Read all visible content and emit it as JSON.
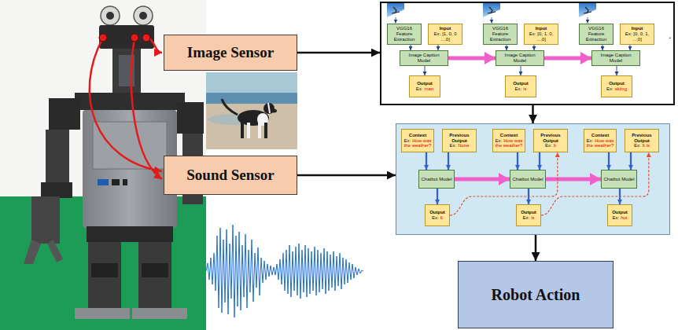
{
  "diagram": {
    "nodes": [
      {
        "text": [
          "Image Sensor"
        ]
      },
      {
        "text": []
      },
      {
        "text": [
          "VGG16 Feature Extraction"
        ],
        "in": 1
      },
      {
        "text": [
          "Input",
          "Ex:",
          "[1, 0, 0 ...,0]"
        ],
        "in": 1
      },
      {
        "text": [
          "Image Caption Model"
        ],
        "in": 1
      },
      {
        "text": [
          "Output",
          "Ex:",
          "man"
        ],
        "in": 1
      },
      {
        "text": [
          "VGG16 Feature Extraction"
        ],
        "in": 1
      },
      {
        "text": [
          "Input",
          "Ex:",
          "[0, 1, 0, ...,0]"
        ],
        "in": 1
      },
      {
        "text": [
          "Image Caption Model"
        ],
        "in": 1
      },
      {
        "text": [
          "Output",
          "Ex:",
          "is"
        ],
        "in": 1
      },
      {
        "text": [
          "VGG16 Feature Extraction"
        ],
        "in": 1
      },
      {
        "text": [
          "Input",
          "Ex:",
          "[0, 0, 1, ...,0]"
        ],
        "in": 1
      },
      {
        "text": [
          "Image Caption Model"
        ],
        "in": 1
      },
      {
        "text": [
          "Output",
          "Ex:",
          "skiing"
        ],
        "in": 1
      },
      {
        "text": [
          "Sound Sensor"
        ]
      },
      {
        "text": []
      },
      {
        "text": [
          "Context",
          "Ex:",
          "How was the weather?"
        ],
        "in": 15
      },
      {
        "text": [
          "Previous Output",
          "Ex:",
          "None"
        ],
        "in": 15
      },
      {
        "text": [
          "Chatbot Model"
        ],
        "in": 15
      },
      {
        "text": [
          "Output",
          "Ex:",
          "It"
        ],
        "in": 15
      },
      {
        "text": [
          "Context",
          "Ex:",
          "How was the weather?"
        ],
        "in": 15
      },
      {
        "text": [
          "Previous Output",
          "Ex:",
          "It"
        ],
        "in": 15
      },
      {
        "text": [
          "Chatbot Model"
        ],
        "in": 15
      },
      {
        "text": [
          "Output",
          "Ex:",
          "is"
        ],
        "in": 15
      },
      {
        "text": [
          "Context",
          "Ex:",
          "How was the weather?"
        ],
        "in": 15
      },
      {
        "text": [
          "Previous Output",
          "Ex:",
          "It is"
        ],
        "in": 15
      },
      {
        "text": [
          "Chatbot Model"
        ],
        "in": 15
      },
      {
        "text": [
          "Output",
          "Ex:",
          "hot"
        ],
        "in": 15
      },
      {
        "text": [
          "Robot Action"
        ]
      }
    ],
    "edges": [
      {
        "from": 0,
        "to": 1,
        "arrow": "to"
      },
      {
        "from": 2,
        "to": 4,
        "arrow": "to"
      },
      {
        "from": 3,
        "to": 4,
        "arrow": "to"
      },
      {
        "from": 4,
        "to": 5,
        "arrow": "to"
      },
      {
        "from": 6,
        "to": 8,
        "arrow": "to"
      },
      {
        "from": 7,
        "to": 8,
        "arrow": "to"
      },
      {
        "from": 8,
        "to": 9,
        "arrow": "to"
      },
      {
        "from": 10,
        "to": 12,
        "arrow": "to"
      },
      {
        "from": 11,
        "to": 12,
        "arrow": "to"
      },
      {
        "from": 12,
        "to": 13,
        "arrow": "to"
      },
      {
        "from": 4,
        "to": 8,
        "arrow": "to"
      },
      {
        "from": 8,
        "to": 12,
        "arrow": "to"
      },
      {
        "from": 1,
        "to": 15,
        "arrow": "to"
      },
      {
        "from": 14,
        "to": 15,
        "arrow": "to"
      },
      {
        "from": 16,
        "to": 18,
        "arrow": "to"
      },
      {
        "from": 17,
        "to": 18,
        "arrow": "to"
      },
      {
        "from": 18,
        "to": 19,
        "arrow": "to"
      },
      {
        "from": 20,
        "to": 22,
        "arrow": "to"
      },
      {
        "from": 21,
        "to": 22,
        "arrow": "to"
      },
      {
        "from": 22,
        "to": 23,
        "arrow": "to"
      },
      {
        "from": 24,
        "to": 26,
        "arrow": "to"
      },
      {
        "from": 25,
        "to": 26,
        "arrow": "to"
      },
      {
        "from": 26,
        "to": 27,
        "arrow": "to"
      },
      {
        "from": 18,
        "to": 22,
        "arrow": "to"
      },
      {
        "from": 22,
        "to": 26,
        "arrow": "to"
      },
      {
        "from": 19,
        "to": 21,
        "arrow": "to"
      },
      {
        "from": 23,
        "to": 25,
        "arrow": "to"
      },
      {
        "from": 15,
        "to": 28,
        "arrow": "to"
      }
    ],
    "labels": [
      "."
    ]
  }
}
